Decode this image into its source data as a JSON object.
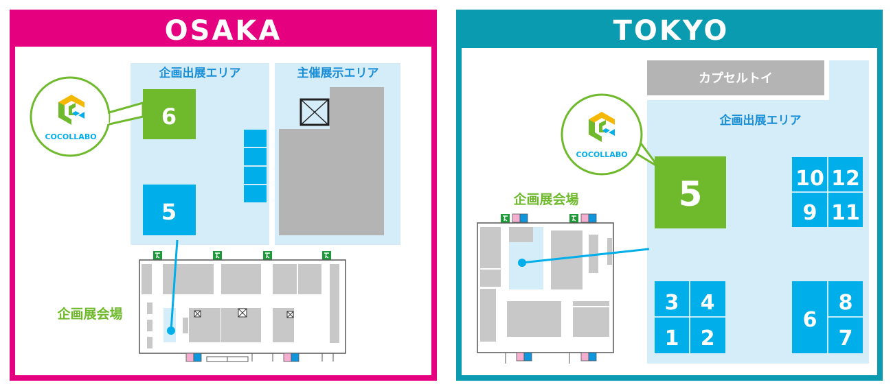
{
  "osaka": {
    "title": "OSAKA",
    "area_planned": "企画出展エリア",
    "area_organizer": "主催展示エリア",
    "venue_label": "企画展会場",
    "booth_highlight": "6",
    "booth_other": "5",
    "logo_text": "COCOLLABO"
  },
  "tokyo": {
    "title": "TOKYO",
    "capsule_toy": "カプセルトイ",
    "area_planned": "企画出展エリア",
    "venue_label": "企画展会場",
    "booth_highlight": "5",
    "booths_top_right": [
      "10",
      "12",
      "9",
      "11"
    ],
    "booths_bottom_left": [
      "3",
      "4",
      "1",
      "2"
    ],
    "booths_bottom_right": [
      "6",
      "8",
      "7"
    ],
    "logo_text": "COCOLLABO"
  },
  "colors": {
    "osaka": "#e4007f",
    "tokyo": "#0a9bb0",
    "green": "#6fb92c",
    "blue": "#00aeea",
    "area": "#d5ecf9"
  }
}
